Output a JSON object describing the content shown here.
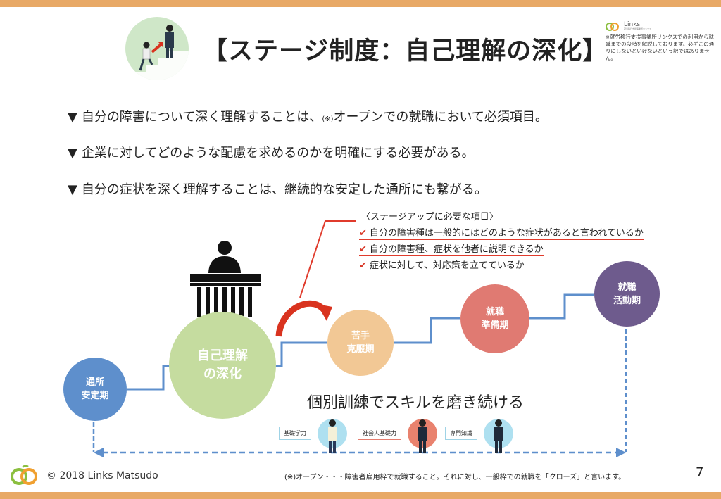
{
  "header": {
    "title": "【ステージ制度：自己理解の深化】",
    "logo_name": "Links",
    "logo_sub": "就労移行支援事業所リンクス",
    "disclaimer": "※就労移行支援事業所リンクスでの利用から就職までの段階を解説しております。必ずこの通りにしないといけないという訳ではありません。"
  },
  "bullets": [
    {
      "mark": "▼",
      "before": "自分の障害について深く理解することは、",
      "note": "(※)",
      "after": "オープンでの就職において必須項目。"
    },
    {
      "mark": "▼",
      "before": "企業に対してどのような配慮を求めるのかを明確にする必要がある。",
      "note": "",
      "after": ""
    },
    {
      "mark": "▼",
      "before": "自分の症状を深く理解することは、継続的な安定した通所にも繋がる。",
      "note": "",
      "after": ""
    }
  ],
  "checklist": {
    "title": "〈ステージアップに必要な項目〉",
    "tick": "✔",
    "items": [
      "自分の障害種は一般的にはどのような症状があると言われているか",
      "自分の障害種、症状を他者に説明できるか",
      "症状に対して、対応策を立てているか"
    ]
  },
  "stages": [
    {
      "label": "通所\n安定期",
      "color": "#5e8fcc"
    },
    {
      "label": "自己理解\nの深化",
      "color": "#c5dc9f"
    },
    {
      "label": "苦手\n克服期",
      "color": "#f2c895"
    },
    {
      "label": "就職\n準備期",
      "color": "#e07a72"
    },
    {
      "label": "就職\n活動期",
      "color": "#6e5b8d"
    }
  ],
  "training": {
    "heading": "個別訓練でスキルを磨き続ける",
    "skills": [
      "基礎学力",
      "社会人基礎力",
      "専門知識"
    ]
  },
  "footer": {
    "copyright": "©  2018 Links Matsudo",
    "footnote": "(※)オープン・・・障害者雇用枠で就職すること。それに対し、一般枠での就職を「クローズ」と言います。",
    "page": "7"
  },
  "colors": {
    "accent_bar": "#e8a966",
    "stair_line": "#5e8fcc",
    "check_red": "#e03b2c",
    "arrow_red": "#d9331f"
  },
  "icons": [
    "stairs-climb-icon",
    "desk-person-icon",
    "curved-arrow-icon",
    "person-icon",
    "links-logo-icon"
  ]
}
